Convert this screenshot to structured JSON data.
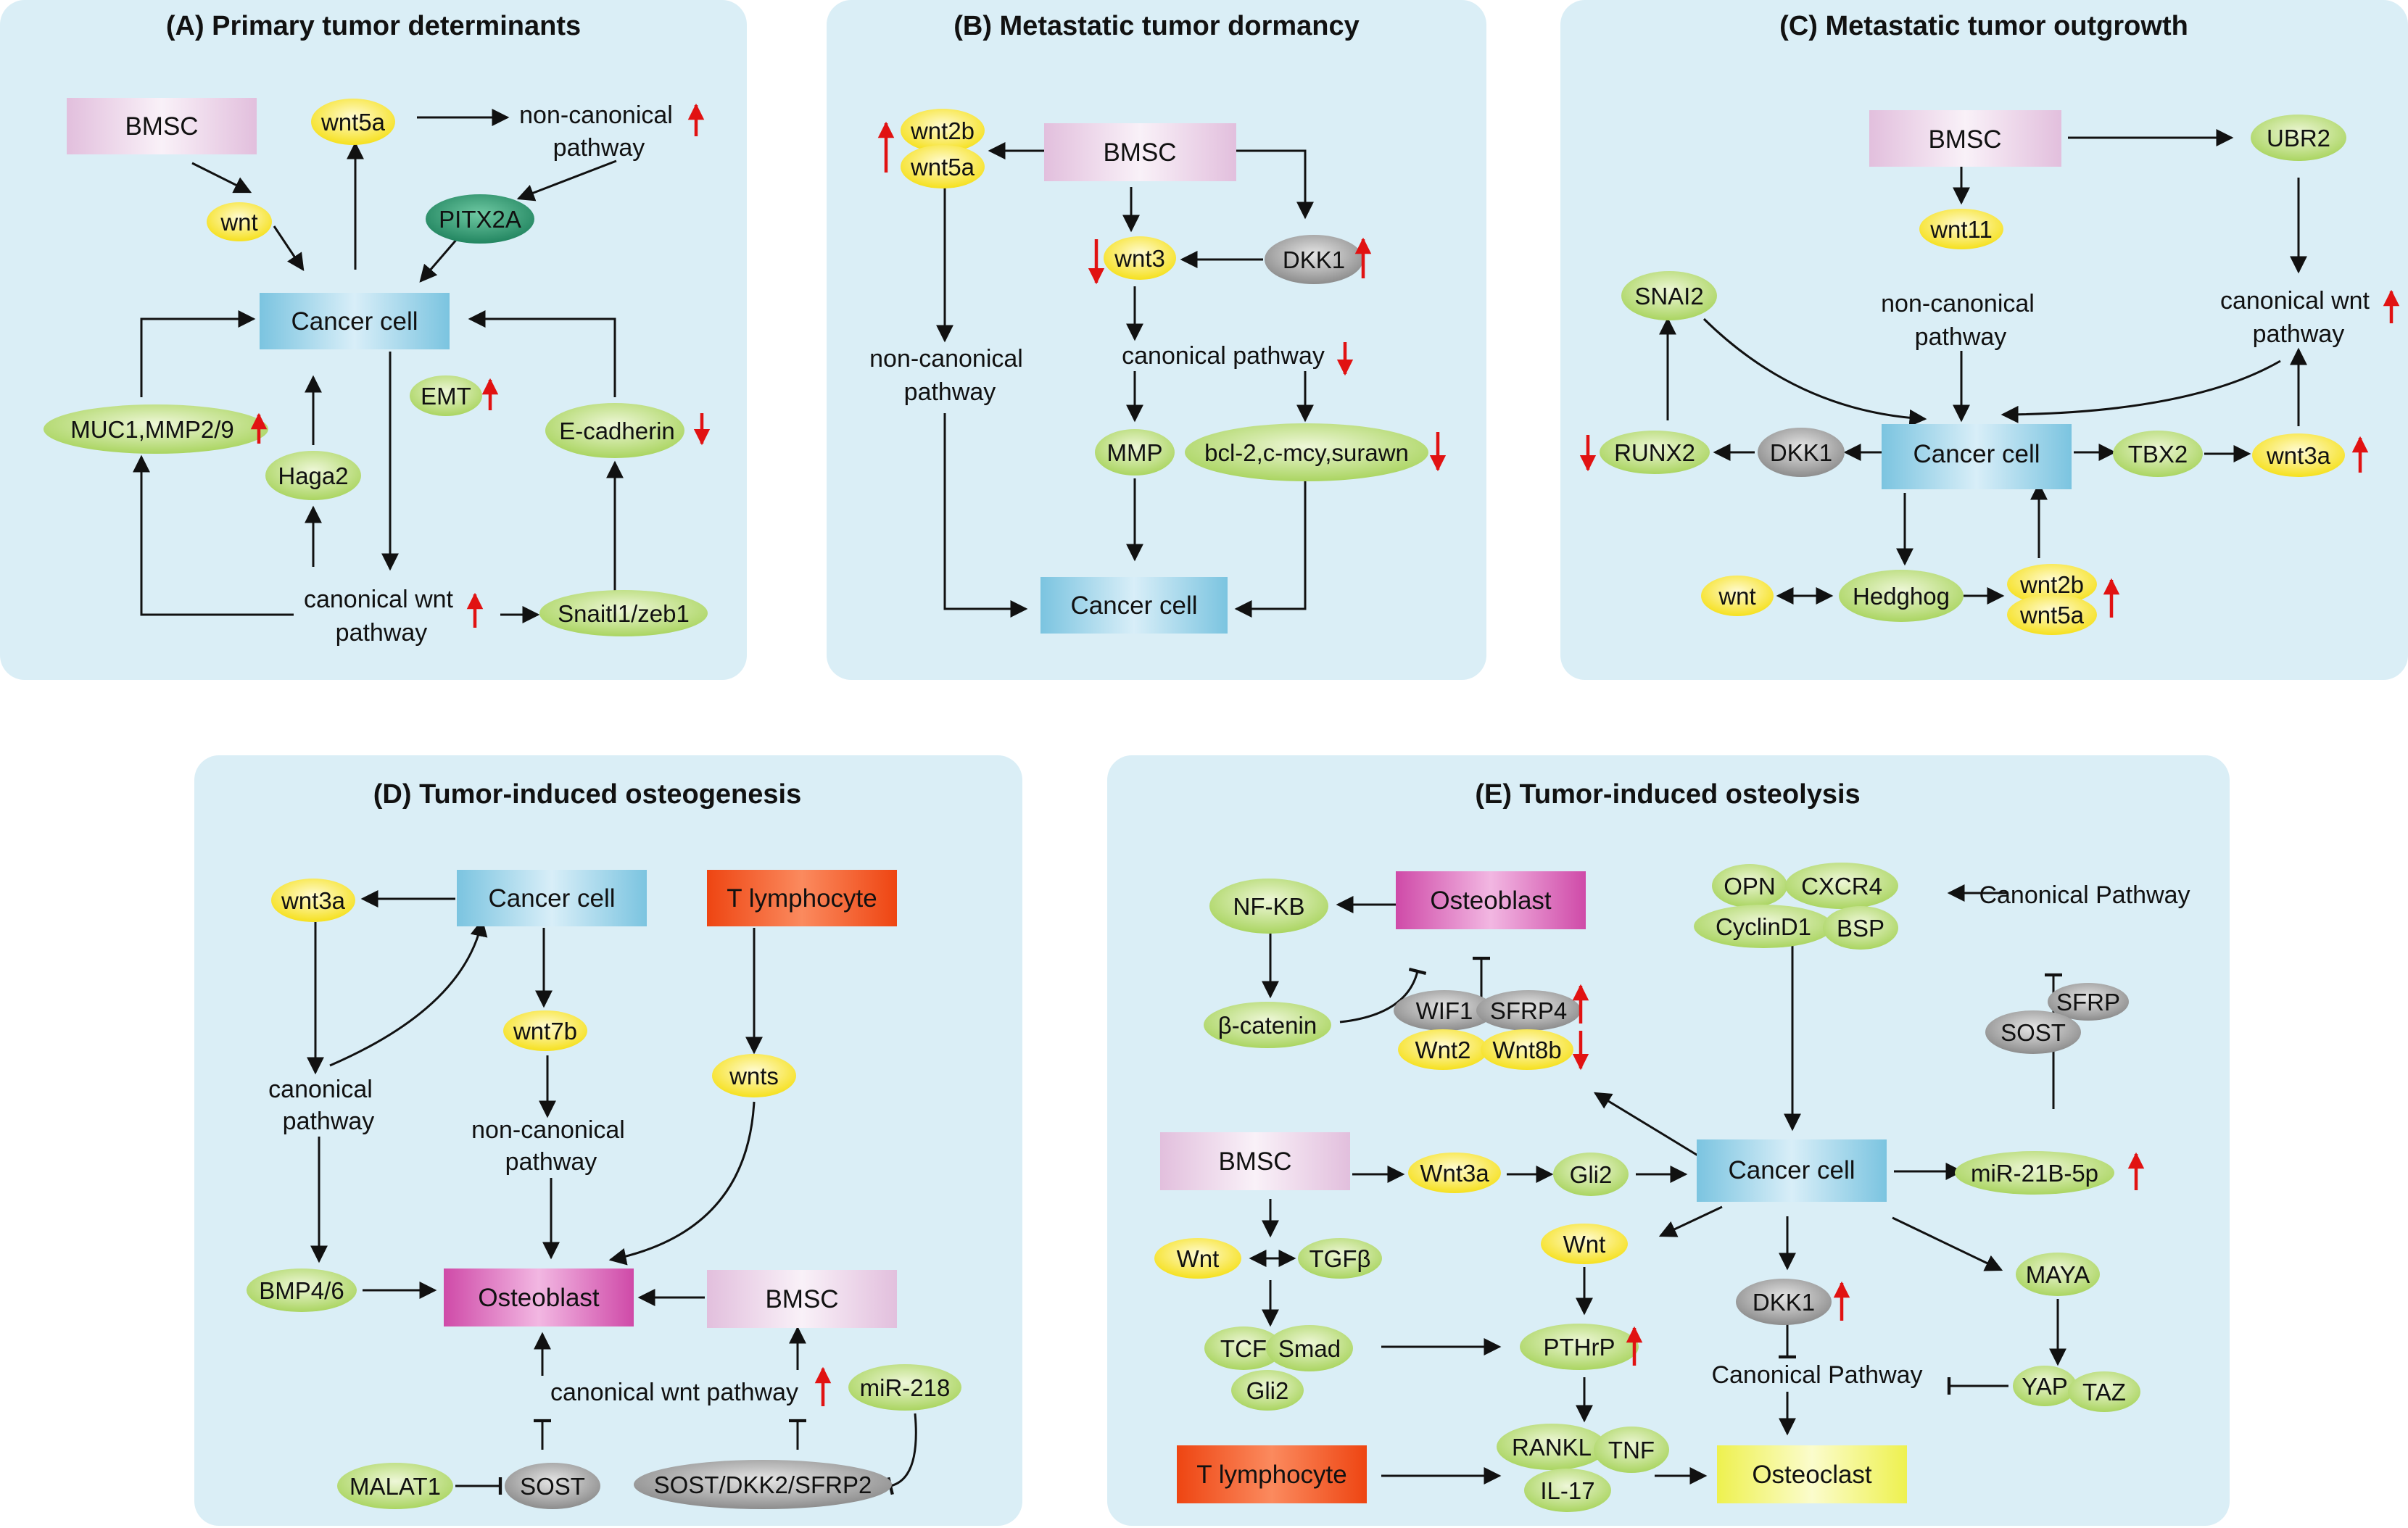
{
  "panels": {
    "A": {
      "title": "(A) Primary tumor determinants"
    },
    "B": {
      "title": "(B) Metastatic tumor dormancy"
    },
    "C": {
      "title": "(C) Metastatic tumor outgrowth"
    },
    "D": {
      "title": "(D) Tumor-induced osteogenesis"
    },
    "E": {
      "title": "(E) Tumor-induced osteolysis"
    }
  },
  "labels": {
    "bmsc": "BMSC",
    "cancer_cell": "Cancer cell",
    "osteoblast": "Osteoblast",
    "osteoclast": "Osteoclast",
    "t_lymphocyte": "T lymphocyte",
    "wnt_lower": "wnt",
    "wnt_cap": "Wnt",
    "wnt5a": "wnt5a",
    "wnt2b": "wnt2b",
    "wnt3": "wnt3",
    "wnt11": "wnt11",
    "wnt3a": "wnt3a",
    "wnt7b": "wnt7b",
    "wnts": "wnts",
    "Wnt3a": "Wnt3a",
    "Wnt2": "Wnt2",
    "Wnt8b": "Wnt8b",
    "pitx2a": "PITX2A",
    "muc1": "MUC1,MMP2/9",
    "emt": "EMT",
    "haga2": "Haga2",
    "ecadherin": "E-cadherin",
    "snail": "Snaitl1/zeb1",
    "dkk1": "DKK1",
    "mmp": "MMP",
    "bcl2": "bcl-2,c-mcy,surawn",
    "ubr2": "UBR2",
    "snai2": "SNAI2",
    "runx2": "RUNX2",
    "tbx2": "TBX2",
    "hedghog": "Hedghog",
    "bmp46": "BMP4/6",
    "mir218": "miR-218",
    "malat1": "MALAT1",
    "sost": "SOST",
    "sostdkk": "SOST/DKK2/SFRP2",
    "nfkb": "NF-KB",
    "bcatenin": "β-catenin",
    "wif1": "WIF1",
    "sfrp4": "SFRP4",
    "opn": "OPN",
    "cxcr4": "CXCR4",
    "cyclind1": "CyclinD1",
    "bsp": "BSP",
    "sfrp": "SFRP",
    "gli2": "Gli2",
    "tgfb": "TGFβ",
    "tcf": "TCF",
    "smad": "Smad",
    "pthrp": "PTHrP",
    "rankl": "RANKL",
    "tnf": "TNF",
    "il17": "IL-17",
    "mir21b": "miR-21B-5p",
    "maya": "MAYA",
    "yap": "YAP",
    "taz": "TAZ"
  },
  "text": {
    "noncanon_pathway_line1": "non-canonical",
    "pathway": "pathway",
    "canon_wnt_line1": "canonical wnt",
    "canon_line1": "canonical",
    "canonical_pathway": "canonical pathway",
    "canonical_wnt_pathway": "canonical wnt pathway",
    "Canonical_Pathway": "Canonical Pathway"
  },
  "colors": {
    "panel_bg": "#daeef6",
    "rect_bmsc": "#e6c8e2",
    "rect_cancer": "#8ccbe3",
    "rect_osteoblast": "#d95fb8",
    "rect_tlymph": "#f0541a",
    "rect_osteoclast": "#f1f56a",
    "ell_green": "#b7dc6e",
    "ell_yellow": "#f6e000",
    "ell_gray": "#8a8a8a",
    "ell_teal": "#1e8f66",
    "up_down_arrow": "#e11212"
  }
}
